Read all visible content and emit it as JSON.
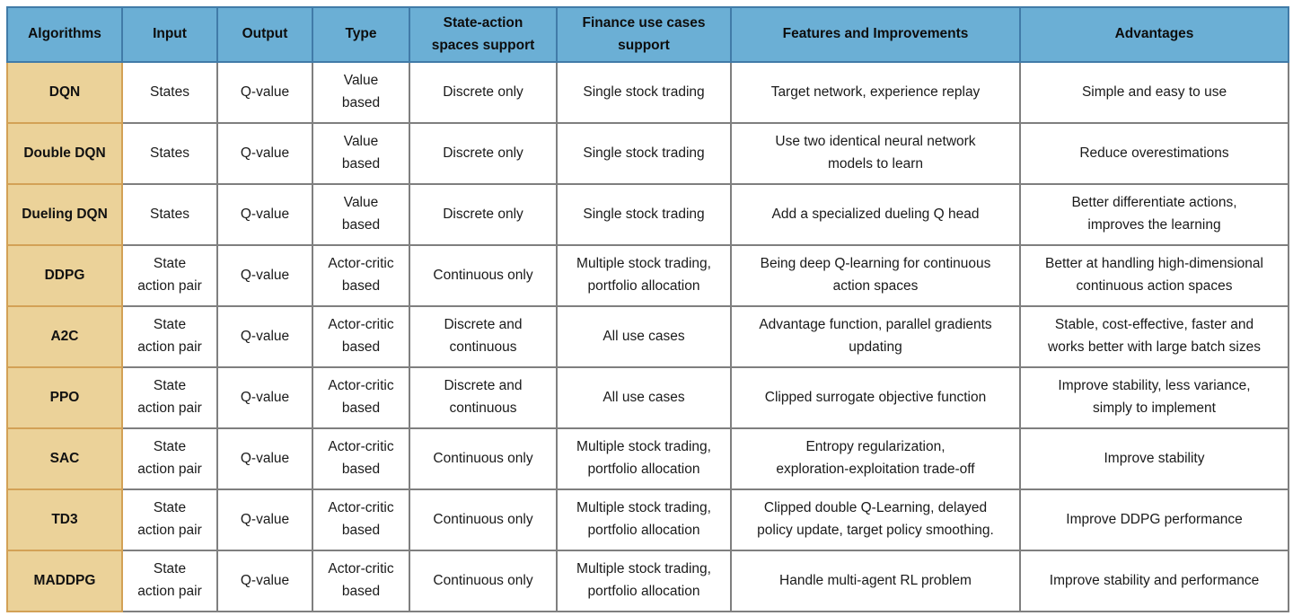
{
  "colors": {
    "header_bg": "#6bafd5",
    "header_border": "#417ba8",
    "algo_column_bg": "#ebd299",
    "algo_column_border": "#d3a156",
    "cell_border": "#7f7f7f",
    "text": "#1a1a1a"
  },
  "table": {
    "columns": [
      {
        "label": "Algorithms"
      },
      {
        "label": "Input"
      },
      {
        "label": "Output"
      },
      {
        "label": "Type"
      },
      {
        "label": "State-action\nspaces support"
      },
      {
        "label": "Finance use cases\nsupport"
      },
      {
        "label": "Features and Improvements"
      },
      {
        "label": "Advantages"
      }
    ],
    "rows": [
      {
        "algorithm": "DQN",
        "input": "States",
        "output": "Q-value",
        "type": "Value\nbased",
        "spaces": "Discrete only",
        "finance": "Single stock trading",
        "features": "Target network, experience replay",
        "advantages": "Simple and easy to use"
      },
      {
        "algorithm": "Double DQN",
        "input": "States",
        "output": "Q-value",
        "type": "Value\nbased",
        "spaces": "Discrete only",
        "finance": "Single stock trading",
        "features": "Use two identical neural network\nmodels to learn",
        "advantages": "Reduce overestimations"
      },
      {
        "algorithm": "Dueling DQN",
        "input": "States",
        "output": "Q-value",
        "type": "Value\nbased",
        "spaces": "Discrete only",
        "finance": "Single stock trading",
        "features": "Add a specialized dueling Q head",
        "advantages": "Better differentiate actions,\nimproves the learning"
      },
      {
        "algorithm": "DDPG",
        "input": "State\naction pair",
        "output": "Q-value",
        "type": "Actor-critic\nbased",
        "spaces": "Continuous only",
        "finance": "Multiple stock trading,\nportfolio allocation",
        "features": "Being deep Q-learning for continuous\naction spaces",
        "advantages": "Better at handling high-dimensional\ncontinuous action spaces"
      },
      {
        "algorithm": "A2C",
        "input": "State\naction pair",
        "output": "Q-value",
        "type": "Actor-critic\nbased",
        "spaces": "Discrete and\ncontinuous",
        "finance": "All use cases",
        "features": "Advantage function, parallel gradients\nupdating",
        "advantages": "Stable, cost-effective, faster and\nworks better with large batch sizes"
      },
      {
        "algorithm": "PPO",
        "input": "State\naction pair",
        "output": "Q-value",
        "type": "Actor-critic\nbased",
        "spaces": "Discrete and\ncontinuous",
        "finance": "All use cases",
        "features": "Clipped surrogate objective function",
        "advantages": "Improve stability, less variance,\nsimply to implement"
      },
      {
        "algorithm": "SAC",
        "input": "State\naction pair",
        "output": "Q-value",
        "type": "Actor-critic\nbased",
        "spaces": "Continuous only",
        "finance": "Multiple stock trading,\nportfolio allocation",
        "features": "Entropy regularization,\nexploration-exploitation trade-off",
        "advantages": "Improve stability"
      },
      {
        "algorithm": "TD3",
        "input": "State\naction pair",
        "output": "Q-value",
        "type": "Actor-critic\nbased",
        "spaces": "Continuous only",
        "finance": "Multiple stock trading,\nportfolio allocation",
        "features": "Clipped double Q-Learning, delayed\npolicy update, target policy smoothing.",
        "advantages": "Improve DDPG performance"
      },
      {
        "algorithm": "MADDPG",
        "input": "State\naction pair",
        "output": "Q-value",
        "type": "Actor-critic\nbased",
        "spaces": "Continuous only",
        "finance": "Multiple stock trading,\nportfolio allocation",
        "features": "Handle multi-agent RL problem",
        "advantages": "Improve stability and performance"
      }
    ]
  }
}
